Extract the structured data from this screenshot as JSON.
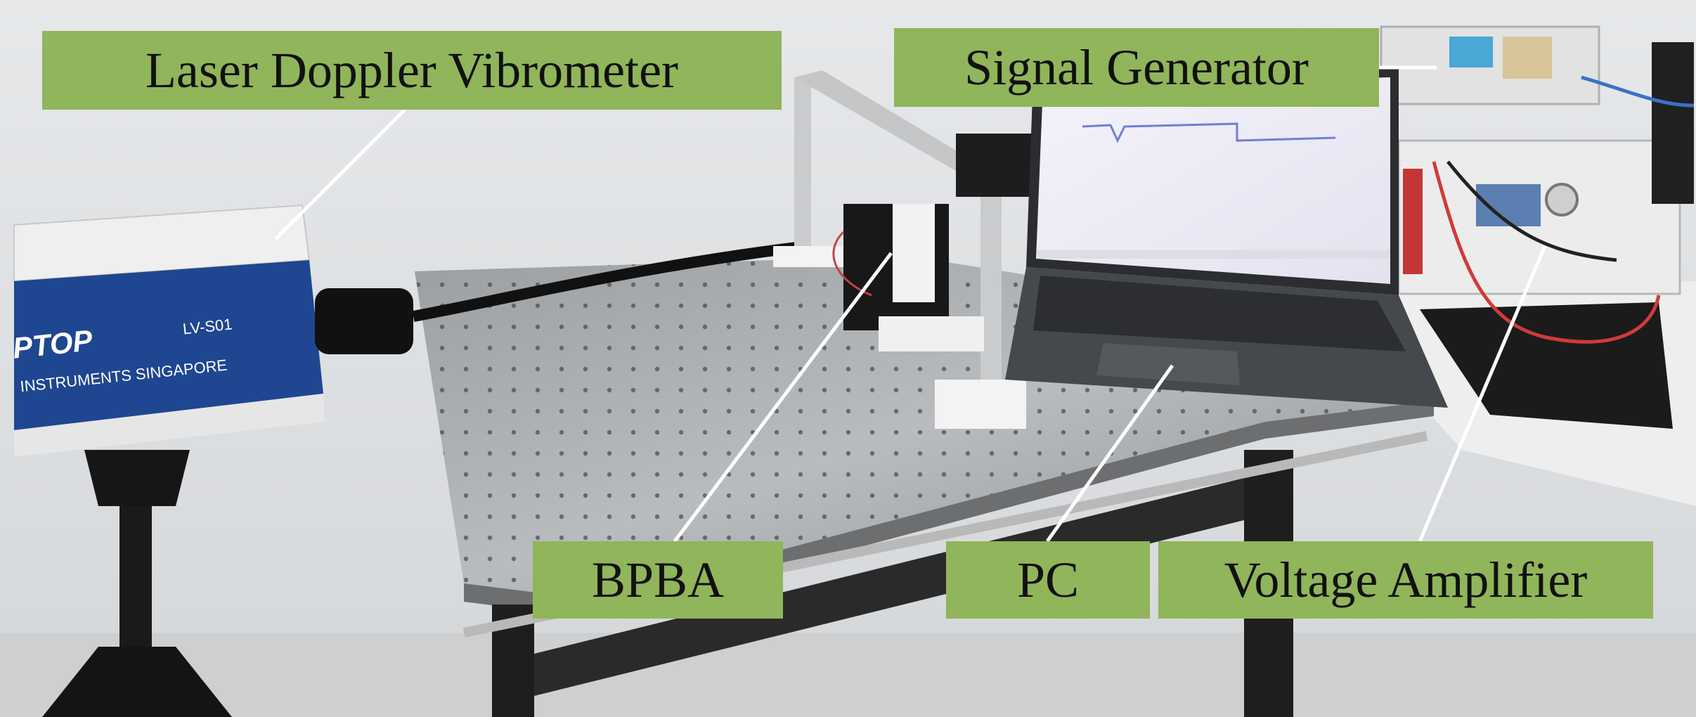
{
  "labels": {
    "laser_doppler_vibrometer": "Laser Doppler Vibrometer",
    "signal_generator": "Signal Generator",
    "bpba": "BPBA",
    "pc": "PC",
    "voltage_amplifier": "Voltage Amplifier"
  },
  "device_markings": {
    "brand": "PTOP",
    "model": "LV-S01",
    "company": "INSTRUMENTS SINGAPORE"
  },
  "colors": {
    "label_background": "#90b55a",
    "label_text": "#111111",
    "leader_line": "#ffffff",
    "vibrometer_panel": "#1f4690"
  }
}
